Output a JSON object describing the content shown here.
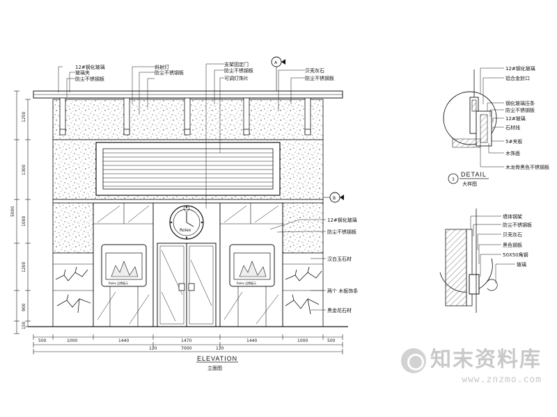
{
  "elevation": {
    "title": "ELEVATION",
    "subtitle": "立面图",
    "labels_top": [
      "12#钢化玻璃",
      "玻璃夹",
      "防尘不锈钢板",
      "斜射灯",
      "防尘不锈钢板",
      "支架固定门",
      "防尘不锈钢板",
      "可调灯饰片",
      "贝壳灰石",
      "防尘不锈钢板"
    ],
    "labels_right": [
      "12#钢化玻璃",
      "防尘不锈钢板",
      "汉白玉石材",
      "两个 木板饰条",
      "黑金花石材"
    ],
    "section_markers": [
      "A",
      "B"
    ],
    "dims_bottom": [
      "500",
      "1000",
      "1440",
      "1470",
      "1440",
      "1000",
      "500"
    ],
    "dims_sub": [
      "120",
      "120"
    ],
    "dim_total": "7000",
    "dims_left": [
      "1250",
      "1300",
      "1000",
      "1200",
      "900",
      "150"
    ],
    "dim_left_total": "5000",
    "clock_label": "Rolex",
    "display_caption": "Rolex 品牌展示"
  },
  "detail_a": {
    "marker": "3",
    "title": "DETAIL",
    "subtitle": "大样图",
    "labels": [
      "12#钢化玻璃",
      "铝合金封口",
      "钢化玻璃压条",
      "防尘不锈钢板",
      "12#玻璃",
      "石材线",
      "5#夹板",
      "木饰面",
      "木龙骨黑色不锈钢板"
    ]
  },
  "detail_b": {
    "labels": [
      "墙体钢架",
      "防尘不锈钢板",
      "贝壳灰石",
      "黑色钢板",
      "50X50角钢",
      "玻璃"
    ]
  },
  "watermark": {
    "text": "知末资料库",
    "url": "www.znzmo.com"
  }
}
